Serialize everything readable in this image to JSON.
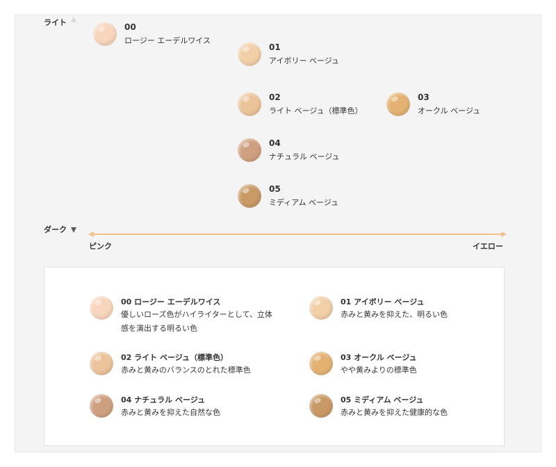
{
  "axes": {
    "y_top": "ライト",
    "y_bottom": "ダーク",
    "x_left": "ピンク",
    "x_right": "イエロー"
  },
  "points": [
    {
      "code": "00",
      "name": "ロージー エーデルワイス",
      "color": "#f7d6bd"
    },
    {
      "code": "01",
      "name": "アイボリー ベージュ",
      "color": "#f1d0a8"
    },
    {
      "code": "02",
      "name": "ライト ベージュ（標準色）",
      "color": "#ecc49c"
    },
    {
      "code": "03",
      "name": "オークル ベージュ",
      "color": "#e3b273"
    },
    {
      "code": "04",
      "name": "ナチュラル ベージュ",
      "color": "#cfa080"
    },
    {
      "code": "05",
      "name": "ミディアム ベージュ",
      "color": "#c99a66"
    }
  ],
  "legend": [
    {
      "title": "00 ロージー エーデルワイス",
      "desc": "優しいローズ色がハイライターとして、立体感を演出する明るい色"
    },
    {
      "title": "01 アイボリー ベージュ",
      "desc": "赤みと黄みを抑えた、明るい色"
    },
    {
      "title": "02 ライト ベージュ（標準色）",
      "desc": "赤みと黄みのバランスのとれた標準色"
    },
    {
      "title": "03 オークル ベージュ",
      "desc": "やや黄みよりの標準色"
    },
    {
      "title": "04 ナチュラル ベージュ",
      "desc": "赤みと黄みを抑えた自然な色"
    },
    {
      "title": "05 ミディアム ベージュ",
      "desc": "赤みと黄みを抑えた健康的な色"
    }
  ],
  "colors": {
    "vertical_axis_top": "#d8d8d8",
    "vertical_axis_bottom": "#5a5a5a",
    "horizontal_axis": "#f2c089"
  }
}
